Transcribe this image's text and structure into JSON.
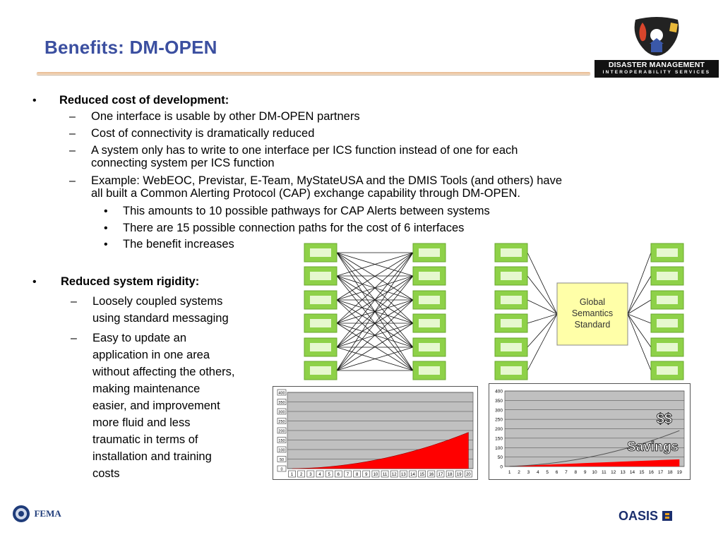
{
  "slide": {
    "title": "Benefits: DM-OPEN",
    "logo_line1": "DISASTER MANAGEMENT",
    "logo_line2": "INTEROPERABILITY SERVICES"
  },
  "section1": {
    "heading": "Reduced cost of development:",
    "items": [
      {
        "text": "One interface is usable by other DM-OPEN partners"
      },
      {
        "text": "Cost of connectivity is dramatically reduced"
      },
      {
        "text_l1": "A system only has to write to one interface per ICS function instead of one for each",
        "text_l2": "connecting system per ICS function"
      },
      {
        "text_l1": "Example: WebEOC, Previstar, E-Team, MyStateUSA and the DMIS Tools (and others) have",
        "text_l2": "all built a Common Alerting Protocol (CAP) exchange capability through DM-OPEN."
      }
    ],
    "subitems": [
      "This amounts to 10 possible pathways for CAP Alerts between systems",
      "There are 15 possible connection paths for the cost of 6 interfaces",
      "The benefit increases"
    ]
  },
  "section2": {
    "heading": "Reduced system rigidity:",
    "item1_lines": [
      "Loosely coupled systems",
      "using standard messaging"
    ],
    "item2_lines": [
      "Easy to update an",
      "application in one area",
      "without affecting the others,",
      "making maintenance",
      "easier, and improvement",
      "more fluid and less",
      "traumatic in terms of",
      "installation and training",
      "costs"
    ]
  },
  "diagram": {
    "hub_line1": "Global",
    "hub_line2": "Semantics",
    "hub_line3": "Standard",
    "box_color": "#8ed148",
    "hub_color": "#ffffa8"
  },
  "chart_data": [
    {
      "type": "area",
      "x": [
        1,
        2,
        3,
        4,
        5,
        6,
        7,
        8,
        9,
        10,
        11,
        12,
        13,
        14,
        15,
        16,
        17,
        18,
        19,
        20
      ],
      "values": [
        0,
        1,
        3,
        6,
        10,
        15,
        21,
        28,
        36,
        45,
        55,
        66,
        78,
        91,
        105,
        120,
        136,
        153,
        171,
        190
      ],
      "ylim": [
        0,
        400
      ],
      "yticks": [
        0,
        50,
        100,
        150,
        200,
        250,
        300,
        350,
        400
      ],
      "grid": true,
      "fill_color": "#ff0000",
      "plot_bg": "#c0c0c0"
    },
    {
      "type": "area",
      "x": [
        1,
        2,
        3,
        4,
        5,
        6,
        7,
        8,
        9,
        10,
        11,
        12,
        13,
        14,
        15,
        16,
        17,
        18,
        19
      ],
      "series": [
        {
          "values": [
            1,
            3,
            6,
            10,
            15,
            21,
            28,
            36,
            45,
            55,
            66,
            78,
            91,
            105,
            120,
            136,
            153,
            171,
            190
          ],
          "color": "#555555"
        },
        {
          "values": [
            2,
            4,
            6,
            8,
            10,
            12,
            14,
            16,
            18,
            20,
            22,
            24,
            26,
            28,
            30,
            32,
            34,
            36,
            38
          ],
          "color": "#ff0000"
        }
      ],
      "ylim": [
        0,
        400
      ],
      "yticks": [
        0,
        50,
        100,
        150,
        200,
        250,
        300,
        350,
        400
      ],
      "annotation1": "$$",
      "annotation2": "Savings",
      "grid": true,
      "plot_bg": "#c0c0c0"
    }
  ],
  "footer": {
    "fema": "FEMA",
    "oasis": "OASIS"
  }
}
